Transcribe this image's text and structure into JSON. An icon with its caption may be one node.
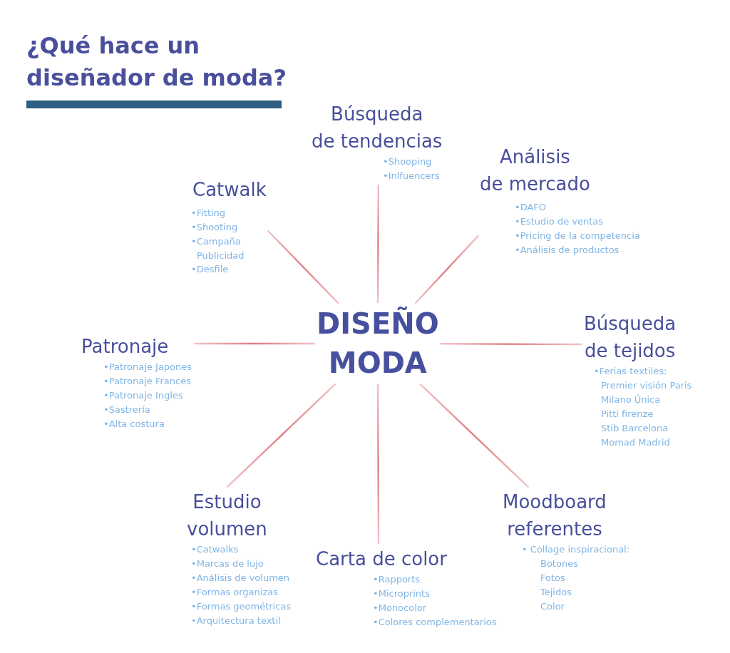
{
  "diagram": {
    "title": "¿Qué hace un diseñador de moda?",
    "nodes": [
      {
        "text": [
          "DISEÑO MODA"
        ]
      },
      {
        "text": [
          "Búsqueda de tendencias",
          "•Shooping",
          "•Inlfuencers"
        ]
      },
      {
        "text": [
          "Análisis de mercado",
          "•DAFO",
          "•Estudio de ventas",
          "•Pricing de la competencia",
          "•Análisis de productos"
        ]
      },
      {
        "text": [
          "Búsqueda de tejidos",
          "•Ferias textiles:",
          "Premier visión Paris",
          "Milano Única",
          "Pitti firenze",
          "Stib Barcelona",
          "Momad Madrid"
        ]
      },
      {
        "text": [
          "Moodboard referentes",
          "• Collage inspiracional:",
          "Botones",
          "Fotos",
          "Tejidos",
          "Color"
        ]
      },
      {
        "text": [
          "Carta de color",
          "•Rapports",
          "•Microprints",
          "•Monocolor",
          "•Colores complementarios"
        ]
      },
      {
        "text": [
          "Estudio volumen",
          "•Catwalks",
          "•Marcas de lujo",
          "•Análisis de volumen",
          "•Formas organizas",
          "•Formas geométricas",
          "•Arquitectura textil"
        ]
      },
      {
        "text": [
          "Patronaje",
          "•Patronaje Japones",
          "•Patronaje Frances",
          "•Patronaje Ingles",
          "•Sastrería",
          "•Alta costura"
        ]
      },
      {
        "text": [
          "Catwalk",
          "•Fitting",
          "•Shooting",
          "•Campaña Publicidad",
          "•Desfile"
        ]
      }
    ],
    "edges": [
      {
        "from": 0,
        "to": 1,
        "arrow": "none"
      },
      {
        "from": 0,
        "to": 2,
        "arrow": "none"
      },
      {
        "from": 0,
        "to": 3,
        "arrow": "none"
      },
      {
        "from": 0,
        "to": 4,
        "arrow": "none"
      },
      {
        "from": 0,
        "to": 5,
        "arrow": "none"
      },
      {
        "from": 0,
        "to": 6,
        "arrow": "none"
      },
      {
        "from": 0,
        "to": 7,
        "arrow": "none"
      },
      {
        "from": 0,
        "to": 8,
        "arrow": "none"
      }
    ]
  }
}
